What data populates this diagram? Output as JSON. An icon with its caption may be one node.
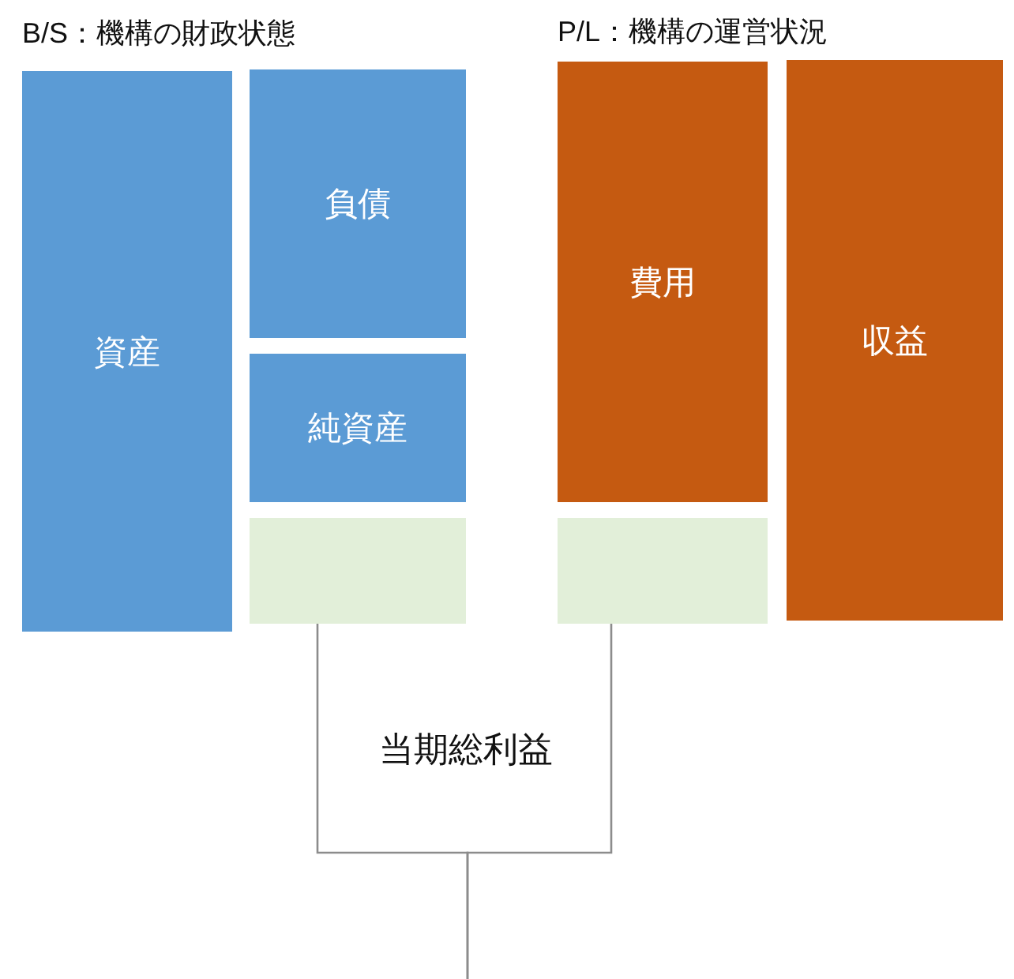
{
  "diagram": {
    "nodes": [
      {
        "text": [
          "資産"
        ]
      },
      {
        "text": [
          "負債"
        ]
      },
      {
        "text": [
          "純資産"
        ]
      },
      {
        "text": [],
        "shape": "box"
      },
      {
        "text": [
          "費用"
        ]
      },
      {
        "text": [],
        "shape": "box"
      },
      {
        "text": [
          "収益"
        ]
      },
      {
        "text": [
          "当期総利益"
        ]
      }
    ],
    "edges": [
      {
        "from": 3,
        "to": null,
        "arrow": "none"
      },
      {
        "from": 5,
        "to": null,
        "arrow": "none"
      }
    ],
    "labels": [
      "B/S：機構の財政状態",
      "P/L：機構の運営状況"
    ]
  }
}
